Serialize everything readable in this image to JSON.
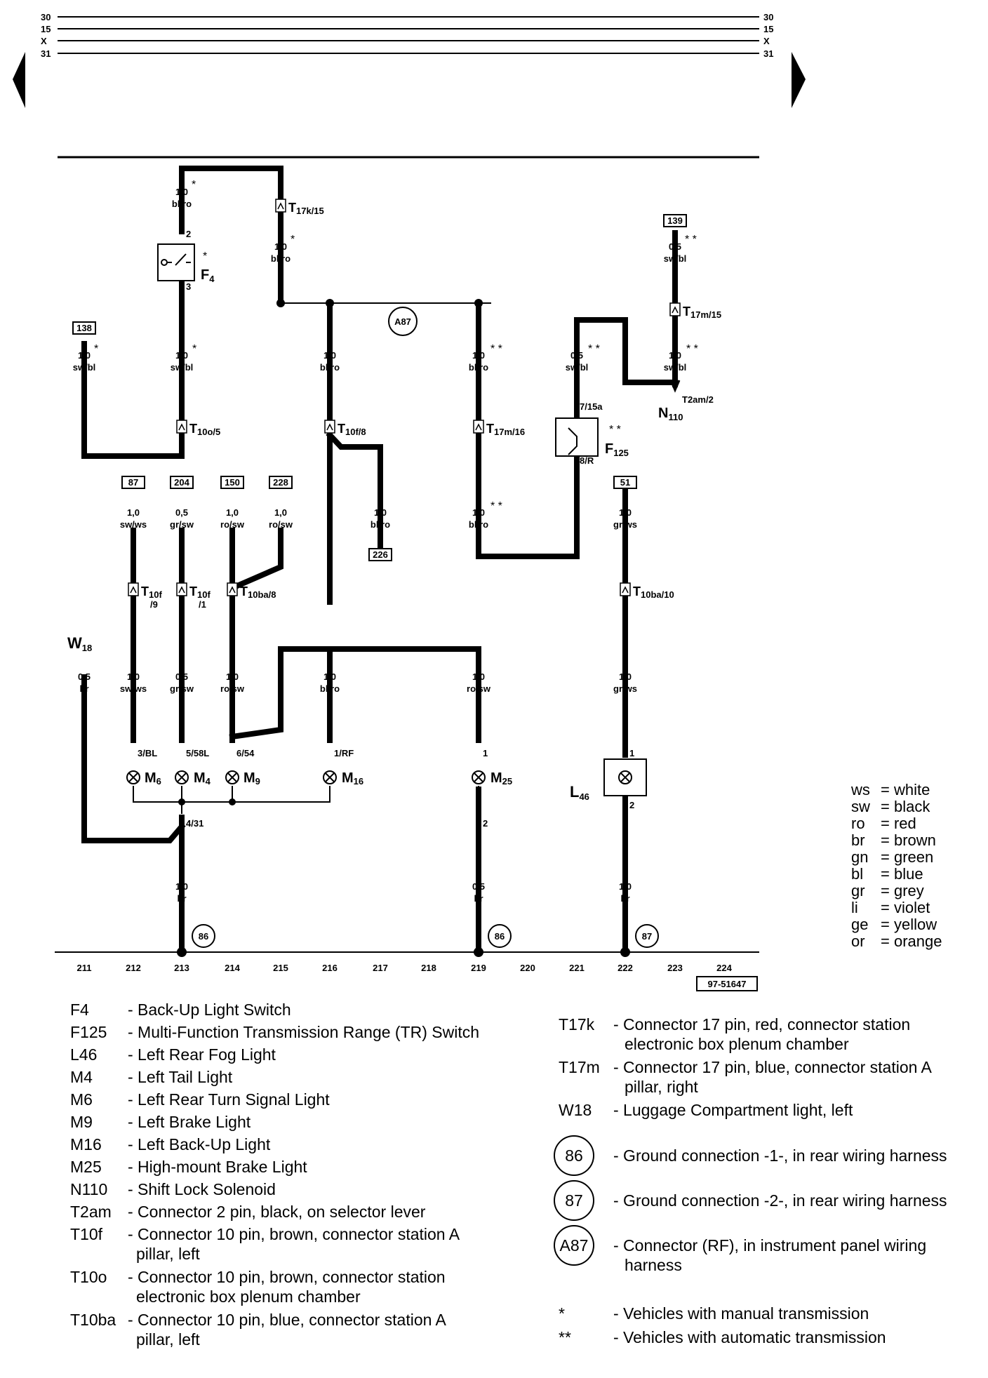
{
  "rails": {
    "labels": [
      "30",
      "15",
      "X",
      "31"
    ]
  },
  "diagram_id": "97-51647",
  "positions": [
    "211",
    "212",
    "213",
    "214",
    "215",
    "216",
    "217",
    "218",
    "219",
    "220",
    "221",
    "222",
    "223",
    "224"
  ],
  "refs": {
    "r138": "138",
    "r139": "139",
    "r87": "87",
    "r204": "204",
    "r150": "150",
    "r228": "228",
    "r226": "226",
    "r51": "51"
  },
  "grounds": {
    "g86": "86",
    "g87": "87",
    "a87": "A87"
  },
  "components": {
    "F4": {
      "name": "F",
      "sub": "4"
    },
    "F125": {
      "name": "F",
      "sub": "125"
    },
    "N110": {
      "name": "N",
      "sub": "110"
    },
    "W18": {
      "name": "W",
      "sub": "18"
    },
    "L46": {
      "name": "L",
      "sub": "46"
    },
    "M6": {
      "name": "M",
      "sub": "6"
    },
    "M4": {
      "name": "M",
      "sub": "4"
    },
    "M9": {
      "name": "M",
      "sub": "9"
    },
    "M16": {
      "name": "M",
      "sub": "16"
    },
    "M25": {
      "name": "M",
      "sub": "25"
    }
  },
  "connectors": {
    "T17k15": {
      "name": "T",
      "sub": "17k/15"
    },
    "T17m15": {
      "name": "T",
      "sub": "17m/15"
    },
    "T10o5": {
      "name": "T",
      "sub": "10o/5"
    },
    "T10f8": {
      "name": "T",
      "sub": "10f/8"
    },
    "T17m16": {
      "name": "T",
      "sub": "17m/16"
    },
    "T10f9": {
      "name": "T",
      "sub": "10f",
      "sub2": "/9"
    },
    "T10f1": {
      "name": "T",
      "sub": "10f",
      "sub2": "/1"
    },
    "T10ba8": {
      "name": "T",
      "sub": "10ba/8"
    },
    "T10ba10": {
      "name": "T",
      "sub": "10ba/10"
    },
    "T2am2": "T2am/2"
  },
  "pins": {
    "p2": "2",
    "p3": "3",
    "p7_15a": "7/15a",
    "p8R": "8/R",
    "p3BL": "3/BL",
    "p5_58L": "5/58L",
    "p6_54": "6/54",
    "p1RF": "1/RF",
    "p1a": "1",
    "p1b": "1",
    "p2b": "2",
    "p2c": "2",
    "p4_31": "4/31"
  },
  "wires": {
    "w1": [
      "1,0",
      "bl/ro"
    ],
    "w2": [
      "1,0",
      "bl/ro"
    ],
    "w3": [
      "0,5",
      "sw/bl"
    ],
    "w4": [
      "1,0",
      "sw/bl"
    ],
    "w5": [
      "1,0",
      "sw/bl"
    ],
    "w6": [
      "1,0",
      "bl/ro"
    ],
    "w7": [
      "1,0",
      "bl/ro"
    ],
    "w8": [
      "0,5",
      "sw/bl"
    ],
    "w9": [
      "1,0",
      "sw/bl"
    ],
    "w10": [
      "1,0",
      "sw/ws"
    ],
    "w11": [
      "0,5",
      "gr/sw"
    ],
    "w12": [
      "1,0",
      "ro/sw"
    ],
    "w13": [
      "1,0",
      "ro/sw"
    ],
    "w14": [
      "1,0",
      "bl/ro"
    ],
    "w15": [
      "1,0",
      "bl/ro"
    ],
    "w16": [
      "1,0",
      "gr/ws"
    ],
    "w17": [
      "0,5",
      "br"
    ],
    "w18": [
      "1,0",
      "sw/ws"
    ],
    "w19": [
      "0,5",
      "gr/sw"
    ],
    "w20": [
      "1,0",
      "ro/sw"
    ],
    "w21": [
      "1,0",
      "bl/ro"
    ],
    "w22": [
      "1,0",
      "ro/sw"
    ],
    "w23": [
      "1,0",
      "gr/ws"
    ],
    "w24": [
      "1,0",
      "br"
    ],
    "w25": [
      "0,5",
      "br"
    ],
    "w26": [
      "1,0",
      "br"
    ]
  },
  "marks": {
    "single": "*",
    "double": "* *"
  },
  "colors": {
    "title": "",
    "rows": [
      [
        "ws",
        "white"
      ],
      [
        "sw",
        "black"
      ],
      [
        "ro",
        "red"
      ],
      [
        "br",
        "brown"
      ],
      [
        "gn",
        "green"
      ],
      [
        "bl",
        "blue"
      ],
      [
        "gr",
        "grey"
      ],
      [
        "li",
        "violet"
      ],
      [
        "ge",
        "yellow"
      ],
      [
        "or",
        "orange"
      ]
    ]
  },
  "legend_left": [
    {
      "code": "F4",
      "desc": "- Back-Up Light Switch"
    },
    {
      "code": "F125",
      "desc": "- Multi-Function Transmission Range (TR) Switch"
    },
    {
      "code": "L46",
      "desc": "- Left Rear Fog Light"
    },
    {
      "code": "M4",
      "desc": "- Left Tail Light"
    },
    {
      "code": "M6",
      "desc": "- Left Rear Turn Signal Light"
    },
    {
      "code": "M9",
      "desc": "- Left Brake Light"
    },
    {
      "code": "M16",
      "desc": "- Left Back-Up Light"
    },
    {
      "code": "M25",
      "desc": "- High-mount Brake Light"
    },
    {
      "code": "N110",
      "desc": "- Shift Lock Solenoid"
    },
    {
      "code": "T2am",
      "desc": "- Connector 2 pin, black, on selector lever"
    },
    {
      "code": "T10f",
      "desc": "- Connector 10 pin, brown, connector station A",
      "cont": "pillar, left"
    },
    {
      "code": "T10o",
      "desc": "- Connector 10 pin, brown, connector station",
      "cont": "electronic box plenum chamber"
    },
    {
      "code": "T10ba",
      "desc": "- Connector 10 pin, blue, connector station A",
      "cont": "pillar, left"
    }
  ],
  "legend_right": [
    {
      "code": "T17k",
      "desc": "- Connector 17 pin, red, connector station",
      "cont": "electronic box plenum chamber"
    },
    {
      "code": "T17m",
      "desc": "- Connector 17 pin, blue, connector station A",
      "cont": "pillar, right"
    },
    {
      "code": "W18",
      "desc": "- Luggage Compartment light, left"
    }
  ],
  "legend_symbols": [
    {
      "symbol": "86",
      "desc": "- Ground connection -1-, in rear wiring harness"
    },
    {
      "symbol": "87",
      "desc": "- Ground connection -2-, in rear wiring harness"
    },
    {
      "symbol": "A87",
      "desc": "- Connector (RF), in instrument panel wiring",
      "cont": "harness"
    }
  ],
  "legend_notes": [
    {
      "mark": "*",
      "desc": "- Vehicles with manual transmission"
    },
    {
      "mark": "**",
      "desc": "- Vehicles with automatic transmission"
    }
  ]
}
